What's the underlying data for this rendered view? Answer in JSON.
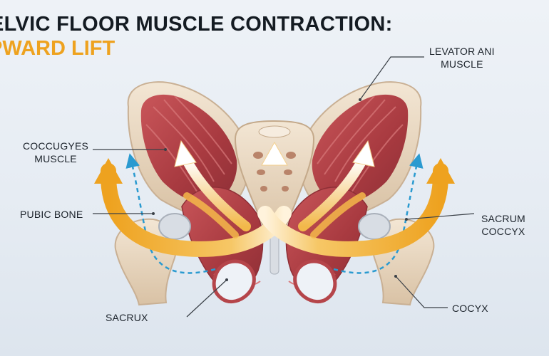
{
  "title": "ELVIC FLOOR MUSCLE CONTRACTION:",
  "subtitle": "PWARD LIFT",
  "labels": {
    "levator_line1": "LEVATOR ANI",
    "levator_line2": "MUSCLE",
    "coccygyes_line1": "COCCUGYES",
    "coccygyes_line2": "MUSCLE",
    "pubic_bone": "PUBIC BONE",
    "sacrum_line1": "SACRUM",
    "sacrum_line2": "COCCYX",
    "sacrux": "SACRUX",
    "cocyx": "COCYX"
  },
  "colors": {
    "accent_orange": "#eea21f",
    "muscle_red": "#b5454a",
    "bone": "#e9d7c0",
    "dashed_arrow": "#2a9ad0"
  }
}
